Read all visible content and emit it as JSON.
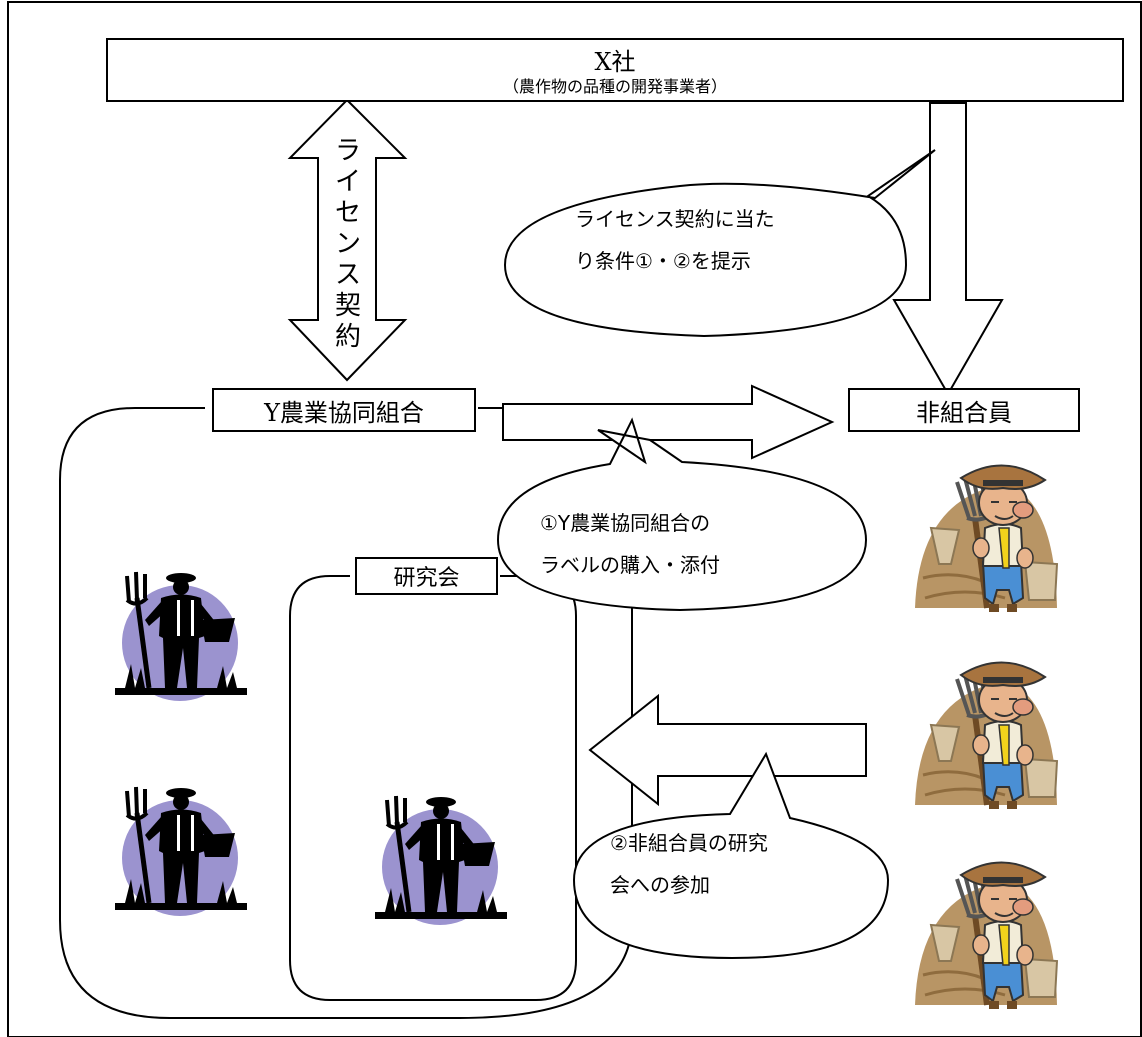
{
  "company": {
    "name": "X社",
    "description": "（農作物の品種の開発事業者）"
  },
  "license_arrow_label": [
    "ラ",
    "イ",
    "セ",
    "ン",
    "ス",
    "契",
    "約"
  ],
  "cooperative": {
    "name": "Y農業協同組合"
  },
  "non_member": {
    "name": "非組合員"
  },
  "study_group": {
    "name": "研究会"
  },
  "bubbles": {
    "conditions": {
      "line1": "ライセンス契約に当た",
      "line2": "り条件①・②を提示"
    },
    "label_purchase": {
      "line1": "①Y農業協同組合の",
      "line2": "ラベルの購入・添付"
    },
    "study_participation": {
      "line1": "②非組合員の研究",
      "line2": "会への参加"
    }
  },
  "colors": {
    "line": "#000000",
    "moon": "#9b93cf",
    "farmer_hat": "#a8743f",
    "farmer_skin": "#e8b48c",
    "farmer_shirt": "#4a8fd4",
    "farmer_scarf": "#f2d21c",
    "hay": "#b89565",
    "sack": "#d8c6a4"
  }
}
